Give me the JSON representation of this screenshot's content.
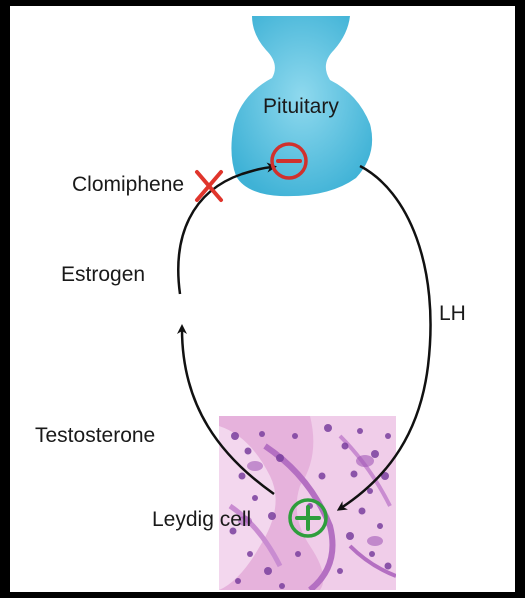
{
  "diagram": {
    "labels": {
      "pituitary": "Pituitary",
      "clomiphene": "Clomiphene",
      "estrogen": "Estrogen",
      "lh": "LH",
      "testosterone": "Testosterone",
      "leydig_cell": "Leydig cell"
    },
    "symbols": {
      "inhibition": "minus-circle-icon",
      "stimulation": "plus-circle-icon",
      "block": "red-x-icon"
    },
    "colors": {
      "pituitary_fill": "#5cc3e0",
      "inhibition": "#d0312d",
      "stimulation": "#2e9e3c",
      "block": "#e0352c",
      "arrows": "#111111",
      "tissue_pink": "#e3a4d8",
      "tissue_purple": "#7a3f9e"
    }
  }
}
